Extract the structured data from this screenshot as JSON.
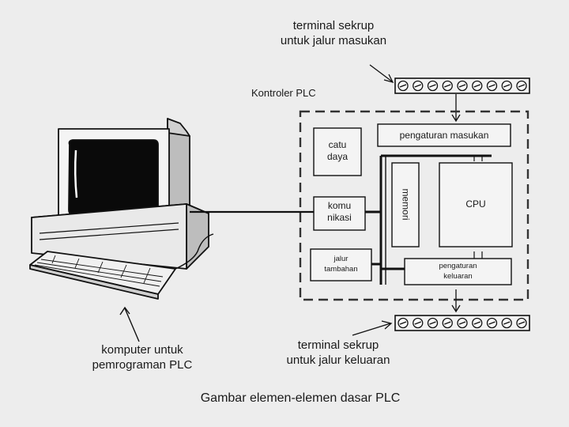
{
  "labels": {
    "input_terminal": [
      "terminal sekrup",
      "untuk jalur masukan"
    ],
    "controller": "Kontroler PLC",
    "power": [
      "catu",
      "daya"
    ],
    "input_control": "pengaturan masukan",
    "communication": [
      "komu",
      "nikasi"
    ],
    "memory": "memori",
    "cpu": "CPU",
    "extension": [
      "jalur",
      "tambahan"
    ],
    "output_control": [
      "pengaturan",
      "keluaran"
    ],
    "output_terminal": [
      "terminal sekrup",
      "untuk jalur keluaran"
    ],
    "computer": [
      "komputer untuk",
      "pemrograman PLC"
    ],
    "caption": "Gambar elemen-elemen dasar PLC"
  },
  "terminal_screw_count": 9
}
